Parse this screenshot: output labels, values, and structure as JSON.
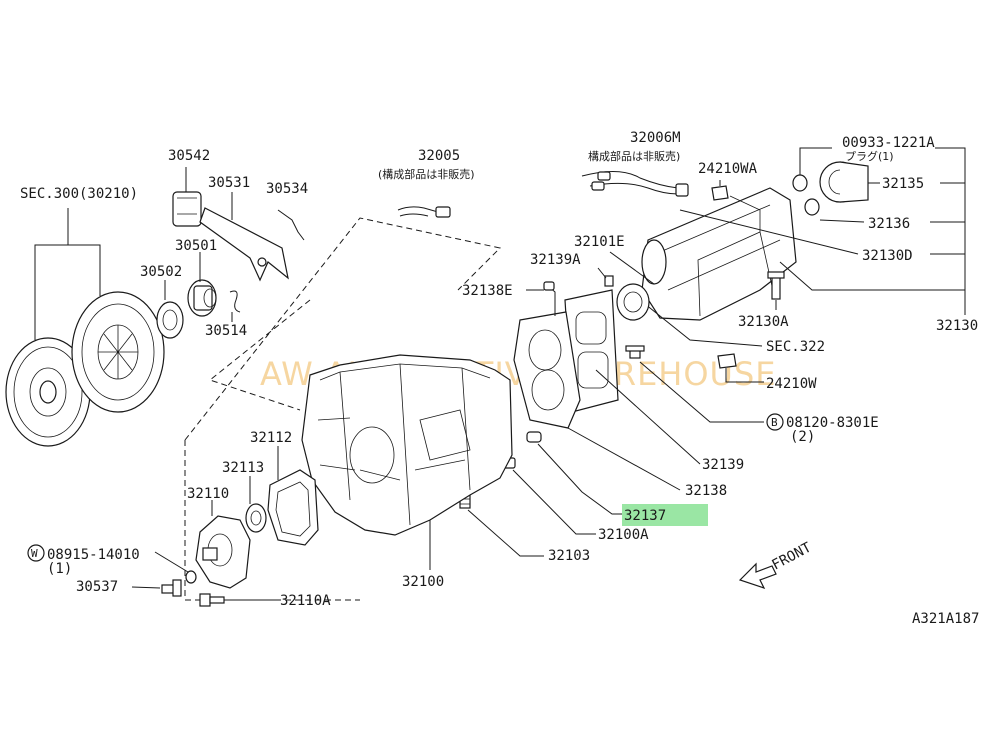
{
  "labels": {
    "sec300": "SEC.300(30210)",
    "p30542": "30542",
    "p30531": "30531",
    "p30534": "30534",
    "p30501": "30501",
    "p30502": "30502",
    "p30514": "30514",
    "p32005": "32005",
    "p32005_note": "(構成部品は非販売)",
    "p32006M": "32006M",
    "p32006M_note": "構成部品は非販売)",
    "p24210WA": "24210WA",
    "p00933": "00933-1221A",
    "p00933_note": "プラグ(1)",
    "p32135": "32135",
    "p32136": "32136",
    "p32130D": "32130D",
    "p32130": "32130",
    "p32130A": "32130A",
    "sec322": "SEC.322",
    "p24210W": "24210W",
    "p08120": "08120-8301E",
    "p08120_qty": "(2)",
    "p32139": "32139",
    "p32138": "32138",
    "p32137": "32137",
    "p32100A": "32100A",
    "p32103": "32103",
    "p32100": "32100",
    "p32101E": "32101E",
    "p32139A": "32139A",
    "p32138E": "32138E",
    "p32112": "32112",
    "p32113": "32113",
    "p32110": "32110",
    "p32110A": "32110A",
    "p08915": "08915-14010",
    "p08915_qty": "(1)",
    "p30537": "30537",
    "circ_W": "W",
    "circ_B": "B",
    "front": "FRONT",
    "ref": "A321A187",
    "watermark": "AW AUTOMOTIVE WAREHOUSE"
  },
  "highlight_part": "32137",
  "colors": {
    "highlight": "#8fe39a",
    "watermark": "#f3c67a",
    "ink": "#1a1a1a"
  }
}
